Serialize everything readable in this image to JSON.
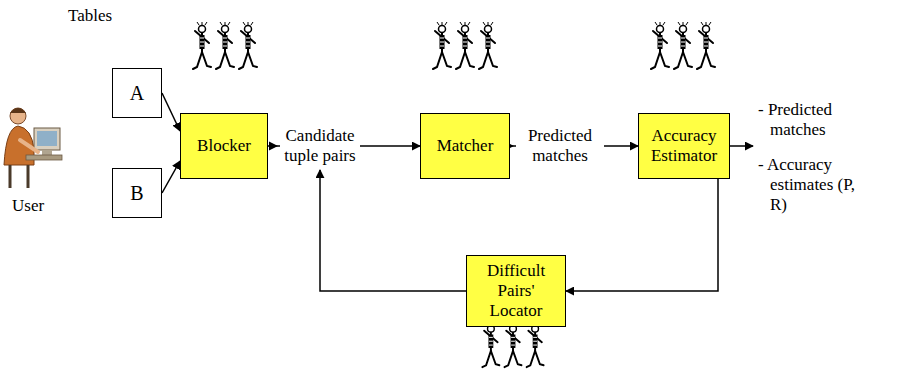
{
  "diagram": {
    "nodes": [
      {
        "text": [
          "A"
        ]
      },
      {
        "text": [
          "B"
        ]
      },
      {
        "text": [
          "Blocker"
        ]
      },
      {
        "text": [
          "Matcher"
        ]
      },
      {
        "text": [
          "Accuracy Estimator"
        ]
      },
      {
        "text": [
          "Difficult Pairs' Locator"
        ]
      }
    ],
    "edges": [
      {
        "from": 0,
        "to": 2,
        "arrow": "to"
      },
      {
        "from": 1,
        "to": 2,
        "arrow": "to"
      },
      {
        "from": 2,
        "to": 3,
        "label": "Candidate tuple pairs",
        "arrow": "to"
      },
      {
        "from": 3,
        "to": 4,
        "label": "Predicted matches",
        "arrow": "to"
      },
      {
        "from": 4,
        "to": 5,
        "arrow": "to"
      }
    ],
    "labels": [
      "Tables",
      "User",
      "- Predicted matches",
      "- Accuracy estimates (P, R)"
    ]
  }
}
